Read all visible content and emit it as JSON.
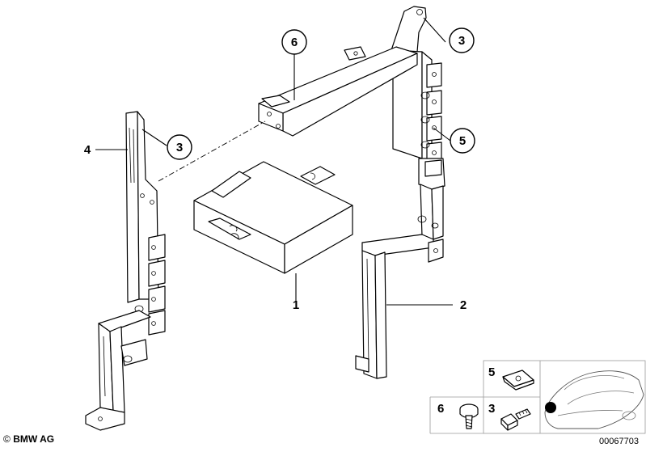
{
  "callouts": [
    {
      "num": "6"
    },
    {
      "num": "3"
    },
    {
      "num": "3"
    },
    {
      "num": "5"
    }
  ],
  "plain_labels": [
    {
      "num": "4"
    },
    {
      "num": "1"
    },
    {
      "num": "2"
    }
  ],
  "inset_labels": [
    {
      "num": "5"
    },
    {
      "num": "6"
    },
    {
      "num": "3"
    }
  ],
  "footer": {
    "copyright_symbol": "©",
    "copyright_text": "BMW AG",
    "doc_number": "00067703"
  }
}
